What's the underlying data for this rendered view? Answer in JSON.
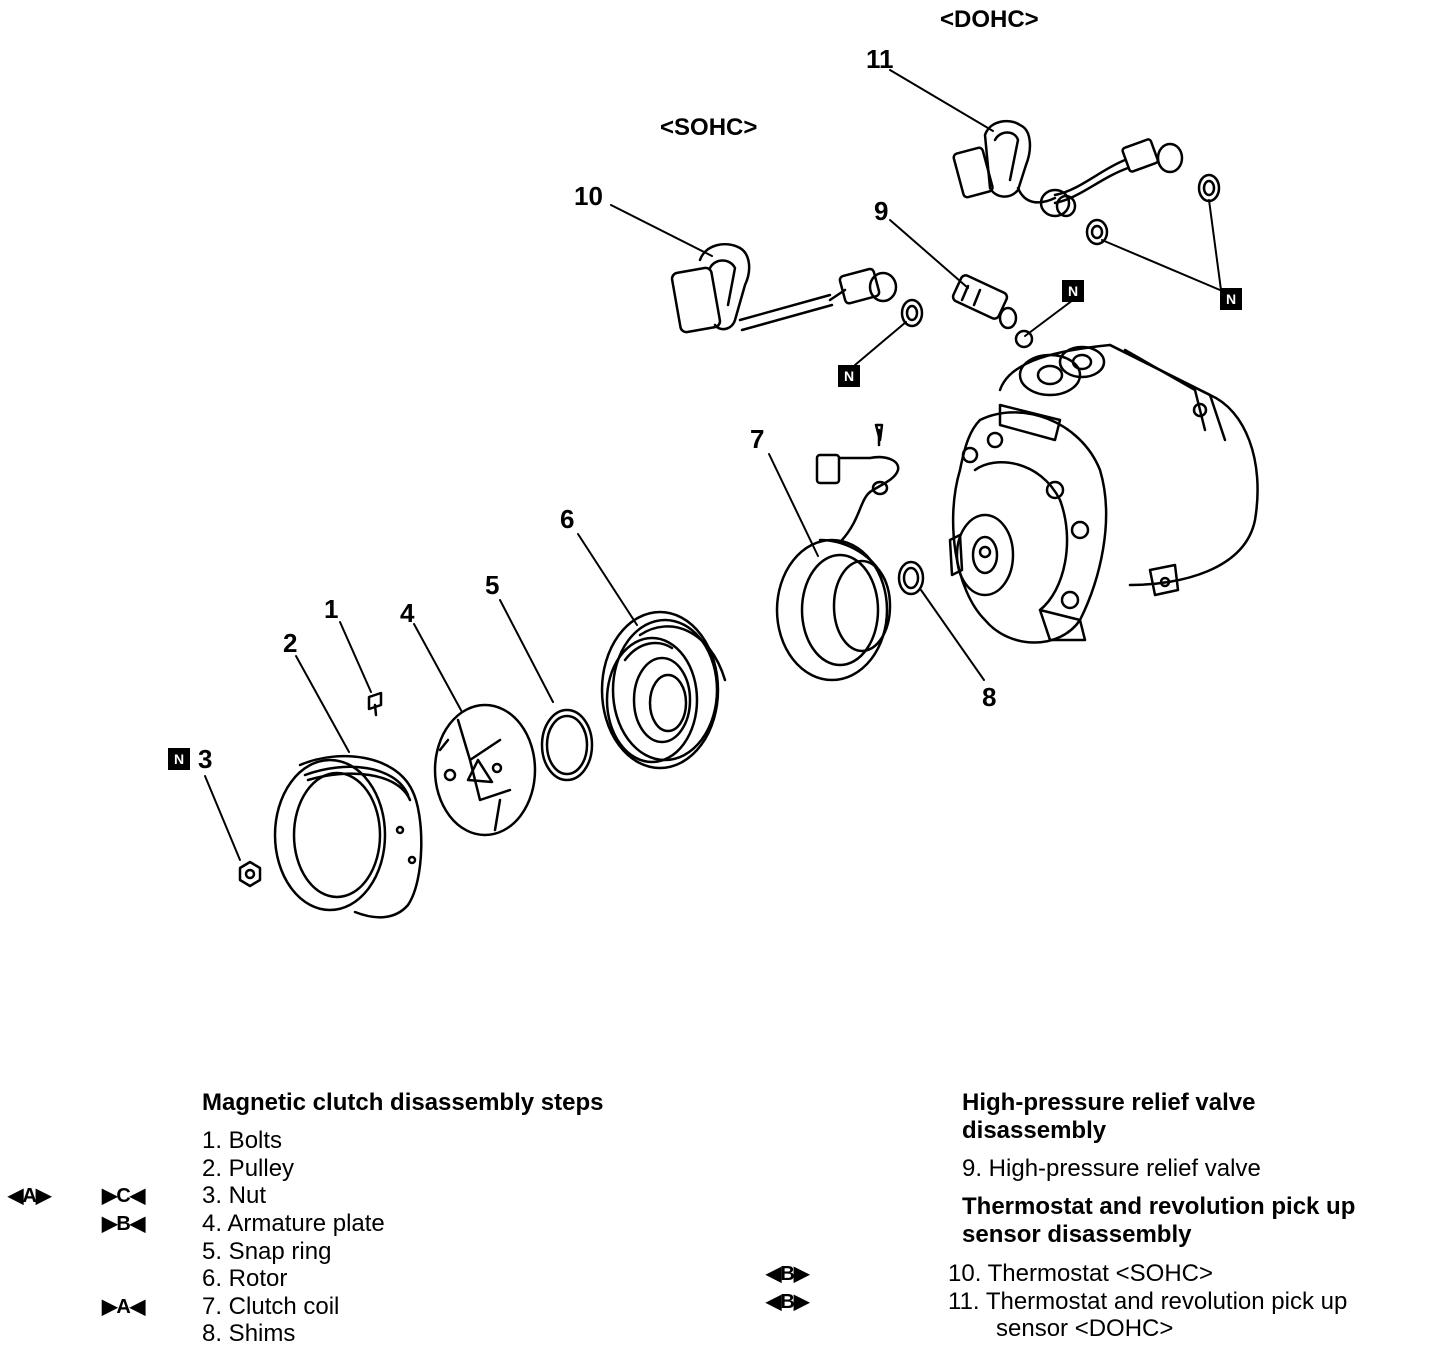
{
  "diagram": {
    "engine_tags": {
      "dohc": "<DOHC>",
      "sohc": "<SOHC>"
    },
    "callouts": {
      "c1": "1",
      "c2": "2",
      "c3": "3",
      "c4": "4",
      "c5": "5",
      "c6": "6",
      "c7": "7",
      "c8": "8",
      "c9": "9",
      "c10": "10",
      "c11": "11"
    },
    "nut_symbol": "N"
  },
  "steps": {
    "clutch_heading": "Magnetic clutch disassembly steps",
    "clutch_items": [
      "1. Bolts",
      "2. Pulley",
      "3. Nut",
      "4. Armature plate",
      "5. Snap ring",
      "6. Rotor",
      "7. Clutch coil",
      "8. Shims"
    ],
    "marks": {
      "nut_removal": "◀A▶",
      "nut_install": "▶C◀",
      "armature_install": "▶B◀",
      "coil_install": "▶A◀"
    },
    "valve_heading_line1": "High-pressure relief valve",
    "valve_heading_line2": "disassembly",
    "valve_item": "9. High-pressure relief valve",
    "sensor_heading_line1": "Thermostat and revolution pick up",
    "sensor_heading_line2": "sensor disassembly",
    "sensor_items": {
      "item10": "10. Thermostat <SOHC>",
      "item11_line1": "11. Thermostat and revolution pick up",
      "item11_line2": "sensor <DOHC>"
    },
    "sensor_marks": {
      "m10": "◀B▶",
      "m11": "◀B▶"
    }
  }
}
